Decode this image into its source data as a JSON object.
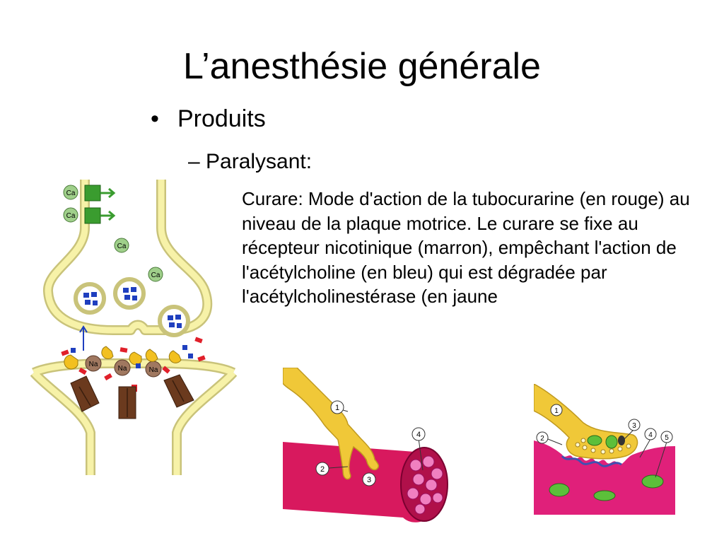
{
  "slide": {
    "title": "L’anesthésie générale",
    "bullet_marker": "•",
    "bullet1": "Produits",
    "bullet2": "– Paralysant:",
    "caption": "Curare: Mode d'action de la tubocurarine (en rouge) au niveau de la plaque motrice. Le curare se fixe au récepteur nicotinique (marron), empêchant l'action de l'acétylcholine (en bleu) qui est dégradée par l'acétylcholinestérase (en jaune"
  },
  "synapse_figure": {
    "ca_label": "Ca",
    "na_label": "Na",
    "colors": {
      "membrane": "#f7f2a8",
      "membrane_stroke": "#c9c37a",
      "channel": "#3a9c2f",
      "receptor": "#6b3a1e",
      "curare": "#e0202a",
      "ach": "#1f3fbf",
      "ache": "#f2c020"
    }
  },
  "muscle_figure": {
    "labels": [
      "1",
      "2",
      "3",
      "4"
    ],
    "colors": {
      "nerve": "#f0c838",
      "muscle": "#d8195e",
      "fibril": "#f080c0"
    }
  },
  "plate_figure": {
    "labels": [
      "1",
      "2",
      "3",
      "4",
      "5"
    ],
    "colors": {
      "nerve": "#f0c838",
      "muscle": "#e0207a",
      "mito": "#5cbf3a"
    }
  }
}
